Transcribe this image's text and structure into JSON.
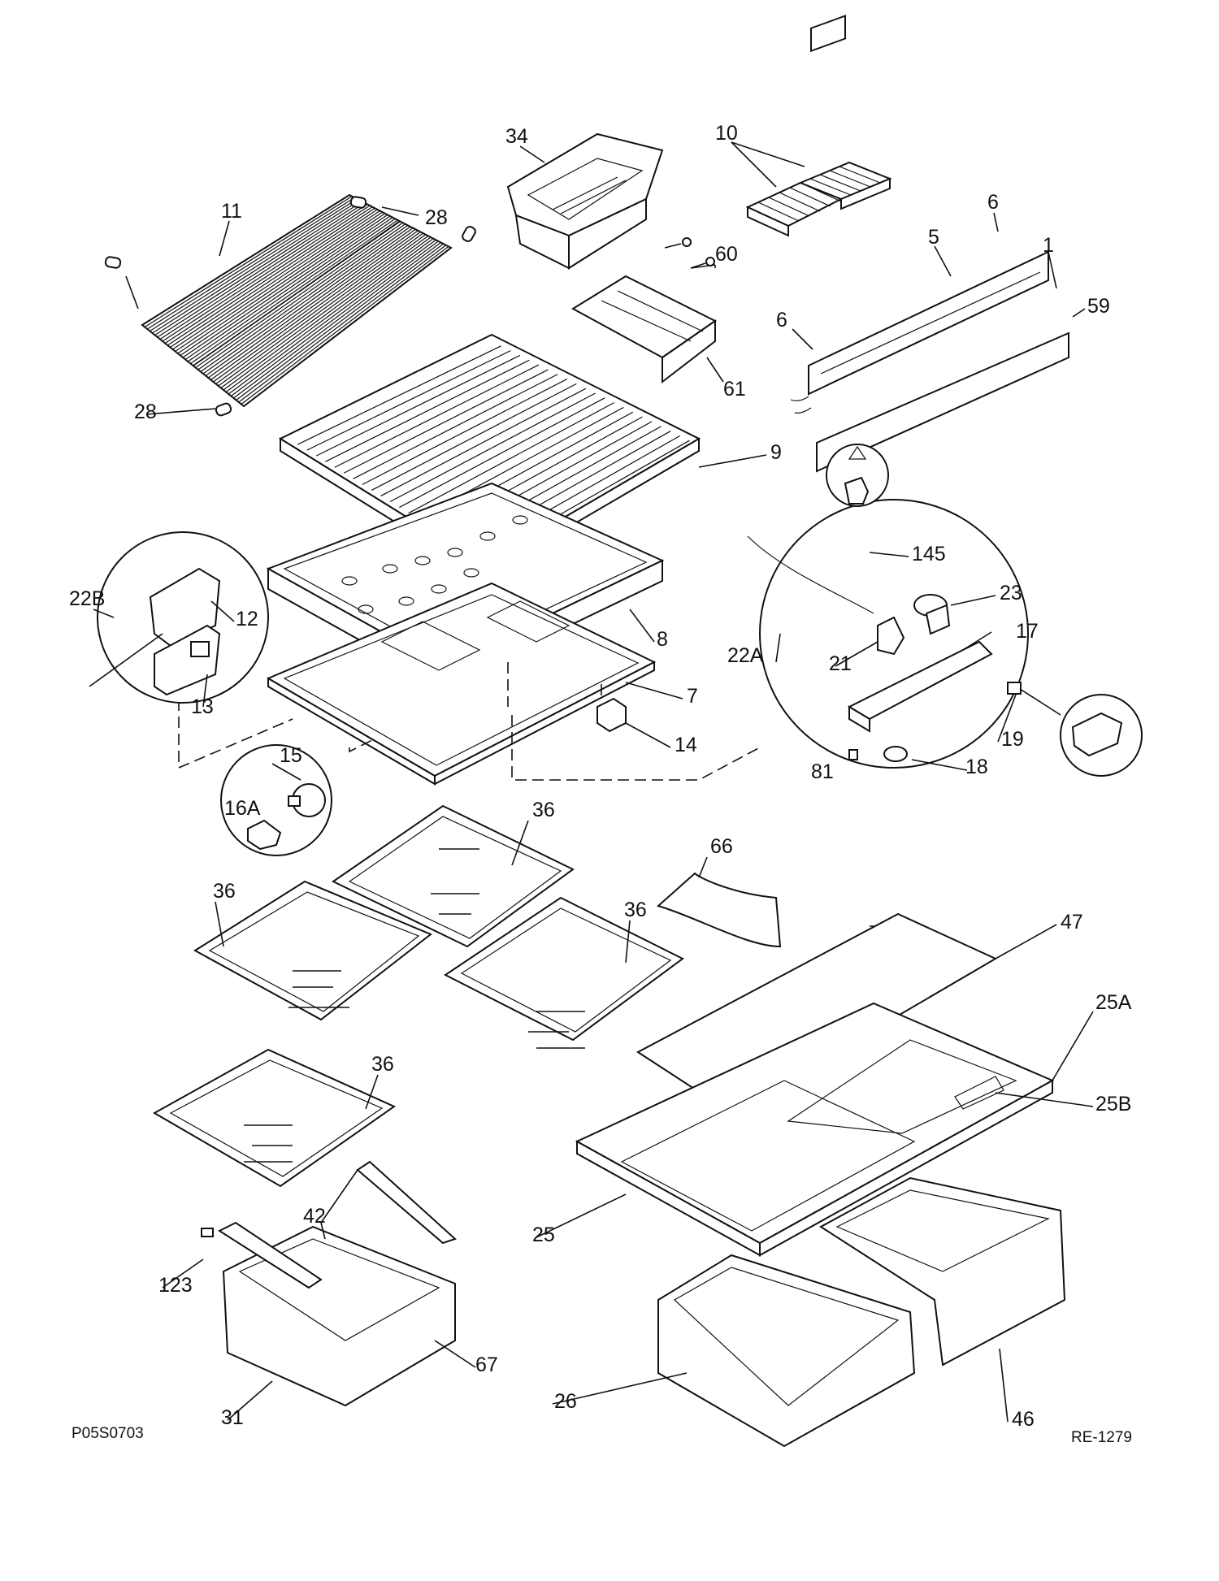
{
  "diagram": {
    "labels": {
      "p1": "1",
      "p5": "5",
      "p6a": "6",
      "p6b": "6",
      "p7": "7",
      "p8": "8",
      "p9": "9",
      "p10": "10",
      "p11": "11",
      "p12": "12",
      "p13": "13",
      "p14": "14",
      "p15": "15",
      "p16A": "16A",
      "p17": "17",
      "p18": "18",
      "p19": "19",
      "p21": "21",
      "p22A": "22A",
      "p22B": "22B",
      "p23": "23",
      "p25": "25",
      "p25A": "25A",
      "p25B": "25B",
      "p26": "26",
      "p28a": "28",
      "p28b": "28",
      "p31": "31",
      "p34": "34",
      "p36a": "36",
      "p36b": "36",
      "p36c": "36",
      "p36d": "36",
      "p42": "42",
      "p46": "46",
      "p47": "47",
      "p59": "59",
      "p60": "60",
      "p61": "61",
      "p66": "66",
      "p67": "67",
      "p81": "81",
      "p123": "123",
      "p145": "145"
    },
    "codes": {
      "left": "P05S0703",
      "right": "RE-1279"
    }
  }
}
